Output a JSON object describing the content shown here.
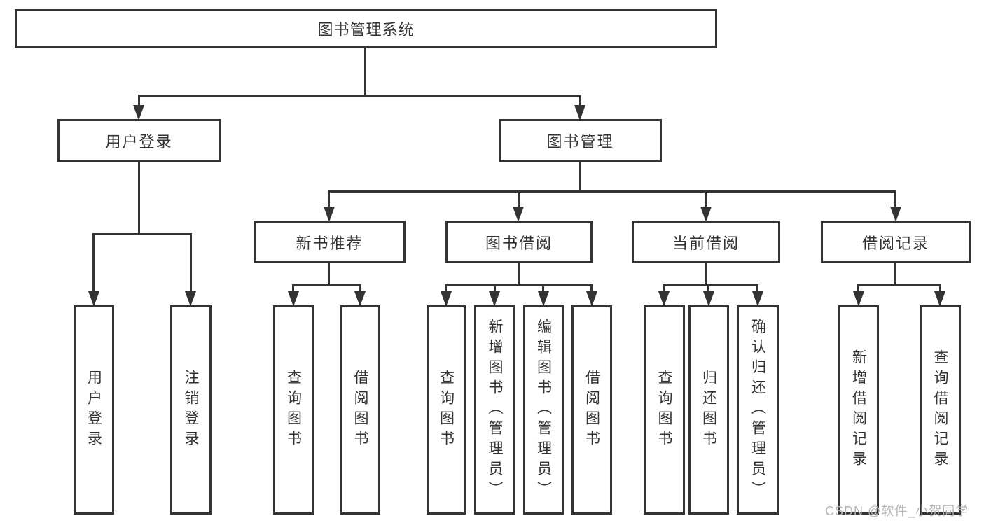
{
  "root": {
    "label": "图书管理系统"
  },
  "branches": [
    {
      "label": "用户登录",
      "children": [
        {
          "label": "用户登录"
        },
        {
          "label": "注销登录"
        }
      ]
    },
    {
      "label": "图书管理",
      "children": [
        {
          "label": "新书推荐",
          "children": [
            {
              "label": "查询图书"
            },
            {
              "label": "借阅图书"
            }
          ]
        },
        {
          "label": "图书借阅",
          "children": [
            {
              "label": "查询图书"
            },
            {
              "label": "新增图书（管理员）"
            },
            {
              "label": "编辑图书（管理员）"
            },
            {
              "label": "借阅图书"
            }
          ]
        },
        {
          "label": "当前借阅",
          "children": [
            {
              "label": "查询图书"
            },
            {
              "label": "归还图书"
            },
            {
              "label": "确认归还（管理员）"
            }
          ]
        },
        {
          "label": "借阅记录",
          "children": [
            {
              "label": "新增借阅记录"
            },
            {
              "label": "查询借阅记录"
            }
          ]
        }
      ]
    }
  ],
  "watermark": {
    "text": "CSDN @软件_小贺同学"
  },
  "colors": {
    "line": "#333333",
    "text": "#333333",
    "watermark": "#b4b4b8",
    "background": "#ffffff"
  }
}
